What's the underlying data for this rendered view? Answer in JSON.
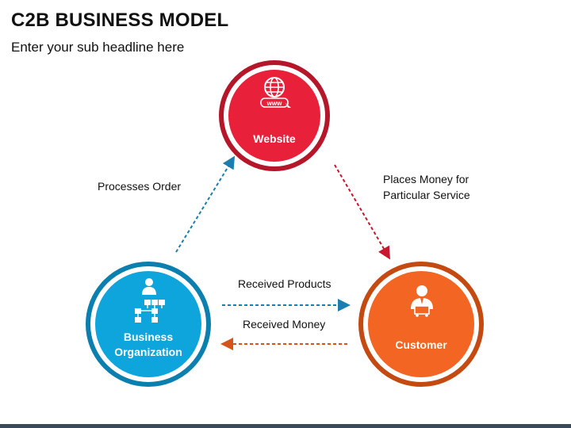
{
  "title": "C2B BUSINESS MODEL",
  "subtitle": "Enter your sub headline here",
  "nodes": {
    "website": {
      "label": "Website",
      "icon": "globe-www-icon",
      "color": "#e8203a",
      "ring": "#b5162a"
    },
    "business": {
      "label_line1": "Business",
      "label_line2": "Organization",
      "icon": "org-chart-icon",
      "color": "#0ea5dd",
      "ring": "#0b7fae"
    },
    "customer": {
      "label": "Customer",
      "icon": "customer-cart-icon",
      "color": "#f26522",
      "ring": "#c44a12"
    }
  },
  "edges": {
    "processes_order": "Processes Order",
    "places_money_line1": "Places Money for",
    "places_money_line2": "Particular Service",
    "received_products": "Received Products",
    "received_money": "Received Money"
  },
  "www_text": "www"
}
